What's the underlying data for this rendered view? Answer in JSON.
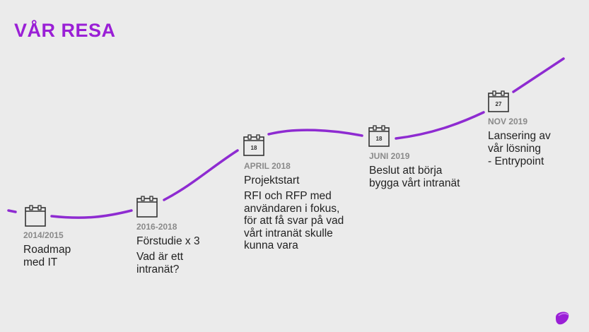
{
  "title": "VÅR RESA",
  "accent": "#9a1fd6",
  "milestones": [
    {
      "date": "2014/2015",
      "heading": "Roadmap\nmed IT",
      "desc": "",
      "day": ""
    },
    {
      "date": "2016-2018",
      "heading": "Förstudie x 3",
      "desc": "Vad är ett\nintranät?",
      "day": ""
    },
    {
      "date": "APRIL 2018",
      "heading": "Projektstart",
      "desc": "RFI och RFP med\nanvändaren i fokus,\nför att få svar på vad\nvårt intranät skulle\nkunna vara",
      "day": "18"
    },
    {
      "date": "JUNI 2019",
      "heading": "Beslut att börja\nbygga vårt intranät",
      "desc": "",
      "day": "18"
    },
    {
      "date": "NOV 2019",
      "heading": "Lansering av\nvår lösning\n- Entrypoint",
      "desc": "",
      "day": "27"
    }
  ]
}
